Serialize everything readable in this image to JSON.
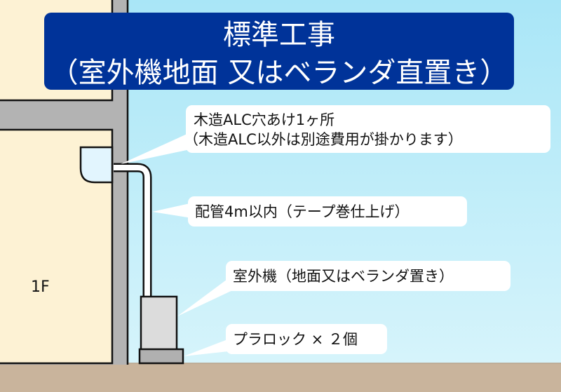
{
  "title": {
    "line1": "標準工事",
    "line2": "（室外機地面 又はベランダ直置き）"
  },
  "floor_label": "1F",
  "callouts": [
    {
      "line1": "木造ALC穴あけ1ヶ所",
      "line2": "（木造ALC以外は別途費用が掛かります）"
    },
    {
      "line1": "配管4m以内（テープ巻仕上げ）"
    },
    {
      "line1": "室外機（地面又はベランダ置き）"
    },
    {
      "line1": "プラロック × ２個"
    }
  ],
  "colors": {
    "title_bg": "#003399",
    "sky_top": "#a9e6f7",
    "sky_bottom": "#d6f4fb",
    "wall": "#fdf2d4",
    "structure": "#b3b3b3",
    "ground": "#c9b49c",
    "outdoor_unit": "#dcdcdc",
    "block": "#b0b0b0",
    "indoor_unit": "#e2f5fe"
  }
}
